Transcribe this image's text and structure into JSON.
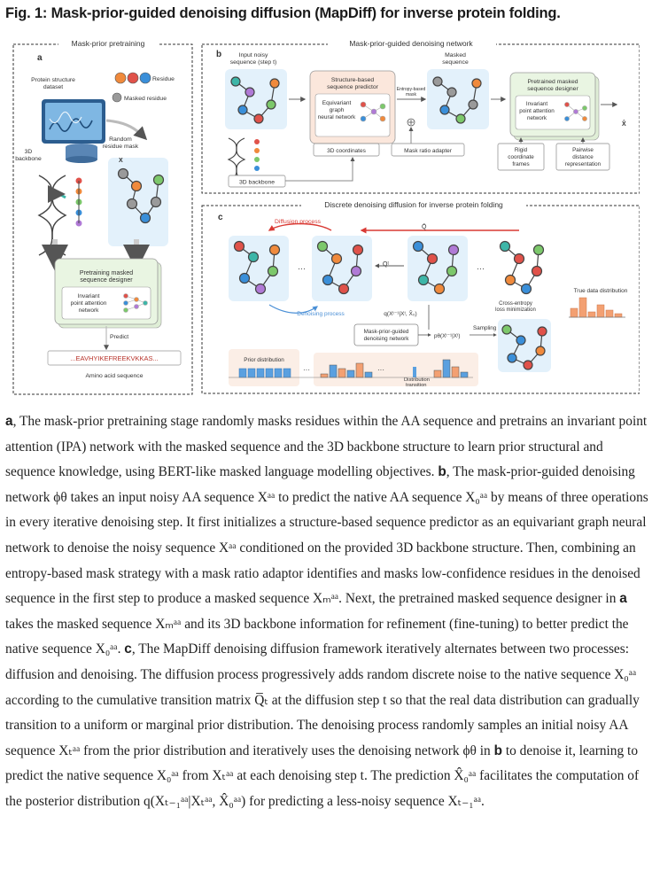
{
  "figure": {
    "title": "Fig. 1: Mask-prior-guided denoising diffusion (MapDiff) for inverse protein folding.",
    "panel_a": {
      "letter": "a",
      "header": "Mask-prior pretraining",
      "protein_dataset": [
        "Protein structure",
        "dataset"
      ],
      "legend_residue": "Residue",
      "legend_masked": "Masked residue",
      "backbone": [
        "3D",
        "backbone"
      ],
      "random_mask": [
        "Random",
        "residue mask"
      ],
      "x_label": "X",
      "designer_title": [
        "Pretraining masked",
        "sequence designer"
      ],
      "ipa": [
        "Invariant",
        "point attention",
        "network"
      ],
      "predict": "Predict",
      "sequence": "...EAVHYIKEFREEKVKKAS...",
      "sequence_caption": "Amino acid sequence"
    },
    "panel_b": {
      "letter": "b",
      "header": "Mask-prior-guided denoising network",
      "input_noisy": [
        "Input noisy",
        "sequence (step t)"
      ],
      "masked_seq": [
        "Masked",
        "sequence"
      ],
      "predictor": [
        "Structure-based",
        "sequence predictor"
      ],
      "egnn": [
        "Equivariant",
        "graph",
        "neural network"
      ],
      "entropy": [
        "Entropy-based",
        "mask"
      ],
      "pretrained": [
        "Pretrained masked",
        "sequence designer"
      ],
      "ipa": [
        "Invariant",
        "point attention",
        "network"
      ],
      "coords": "3D coordinates",
      "adapter": "Mask ratio adapter",
      "rigid": [
        "Rigid",
        "coordinate",
        "frames"
      ],
      "pairwise": [
        "Pairwise",
        "distance",
        "representation"
      ],
      "backbone": "3D backbone"
    },
    "panel_c": {
      "letter": "c",
      "header": "Discrete denoising diffusion for inverse protein folding",
      "diffusion": "Diffusion process",
      "denoising": "Denoising process",
      "true_dist": "True data distribution",
      "cross_entropy": [
        "Cross-entropy",
        "loss minimization"
      ],
      "mpg": [
        "Mask-prior-guided",
        "denoising network"
      ],
      "sampling": "Sampling",
      "prior": "Prior distribution",
      "transition": [
        "Distribution",
        "transition"
      ],
      "q_post": "q(Xᵗ⁻¹|Xᵗ, X̂₀)",
      "p_theta": "pθ(Xᵗ⁻¹|Xᵗ)"
    },
    "colors": {
      "box_green": "#e9f5e2",
      "box_blue": "#e3f1fb",
      "box_peach": "#fbe7dc",
      "red": "#e0524a",
      "orange": "#f08a3c",
      "blue": "#3a8fd9",
      "green": "#7cc86b",
      "purple": "#b07ad6",
      "teal": "#3db6a8",
      "grey": "#9a9a9a"
    }
  },
  "caption": {
    "a_label": "a",
    "a_text": ", The mask-prior pretraining stage randomly masks residues within the AA sequence and pretrains an invariant point attention (IPA) network with the masked sequence and the 3D backbone structure to learn prior structural and sequence knowledge, using BERT-like masked language modelling objectives. ",
    "b_label": "b",
    "b_text": ", The mask-prior-guided denoising network ϕθ takes an input noisy AA sequence Xᵃᵃ to predict the native AA sequence X₀ᵃᵃ by means of three operations in every iterative denoising step. It first initializes a structure-based sequence predictor as an equivariant graph neural network to denoise the noisy sequence Xᵃᵃ conditioned on the provided 3D backbone structure. Then, combining an entropy-based mask strategy with a mask ratio adaptor identifies and masks low-confidence residues in the denoised sequence in the first step to produce a masked sequence Xₘᵃᵃ. Next, the pretrained masked sequence designer in ",
    "b_ref": "a",
    "b_text2": " takes the masked sequence Xₘᵃᵃ and its 3D backbone information for refinement (fine-tuning) to better predict the native sequence X₀ᵃᵃ. ",
    "c_label": "c",
    "c_text": ", The MapDiff denoising diffusion framework iteratively alternates between two processes: diffusion and denoising. The diffusion process progressively adds random discrete noise to the native sequence X₀ᵃᵃ according to the cumulative transition matrix Q̅ₜ at the diffusion step t so that the real data distribution can gradually transition to a uniform or marginal prior distribution. The denoising process randomly samples an initial noisy AA sequence Xₜᵃᵃ from the prior distribution and iteratively uses the denoising network ϕθ in ",
    "c_ref": "b",
    "c_text2": " to denoise it, learning to predict the native sequence X₀ᵃᵃ from Xₜᵃᵃ at each denoising step t. The prediction X̂₀ᵃᵃ facilitates the computation of the posterior distribution q(Xₜ₋₁ᵃᵃ|Xₜᵃᵃ, X̂₀ᵃᵃ) for predicting a less-noisy sequence Xₜ₋₁ᵃᵃ."
  }
}
